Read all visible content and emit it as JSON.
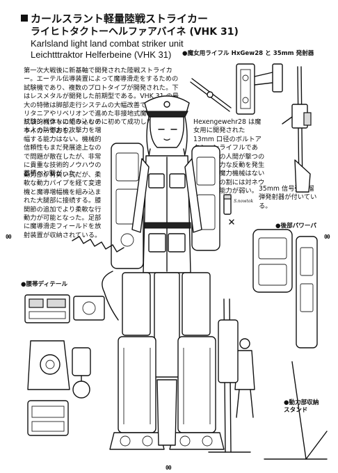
{
  "header": {
    "title_jp": "カールスラント軽量陸戦ストライカー",
    "subtitle_jp": "ライヒトタクトーヘルファアバイネ (VHK 31)",
    "title_en_1": "Karlsland light land combat striker unit",
    "title_en_2": "Leichtttraktor Helferbeine (VHK 31)"
  },
  "description": {
    "intro": "第一次大戦後に新基軸で開発された陸戦ストライカー。エーテル伝導装置によって魔導滑走をするための試験機であり、複数のプロトタイプが開発された。下はレスメタルが開発した前期型である。VHK 31 の最大の特徴は脚部走行システムの大幅改善であった。ブリタニアやリベリオンで進めた非接地式魔導滑走をよりコンパクトに組み込むのに初めて成功した陸戦ストライカーである。",
    "trial": "試験的機体なのでウィッチ本人の防御力や攻撃力を増幅する能力はない。機械的信頼性もまだ発展途上なので問題が散在したが、非常に貴重な技術的ノウハウの蓄積へと繋がった。",
    "power": "動力部が背負い式だが、柔軟な動力パイプを経て変速機と魔導増幅機を組み込まれた大腿部に接続する。膝関節の追加でより柔軟な行動力が可能となった。足部に魔導滑走フィールドを放射装置が収納されている。"
  },
  "rifle": {
    "label": "●魔女用ライフル HxGew28 と 35mm 発射器",
    "description": "Hexengewehr28 は魔女用に開発された 13mm 口径のボルトアクションライフルである。通常の人間が撃つのは大変強力な反動を発生させる。魔力機械はないので口径の割には対ネウロイ徹甲能力が弱い。",
    "ammo_note": "35mm 信号弾・榴弾発射器が付いている。"
  },
  "callouts": {
    "rear_power": "●後部パワーパック",
    "waist_detail": "●腰帯ディテール",
    "stand": "●動力部収納スタンド"
  },
  "signature": "S.nowtok",
  "page_marks": {
    "left": "00",
    "right": "00",
    "bottom": "00"
  }
}
